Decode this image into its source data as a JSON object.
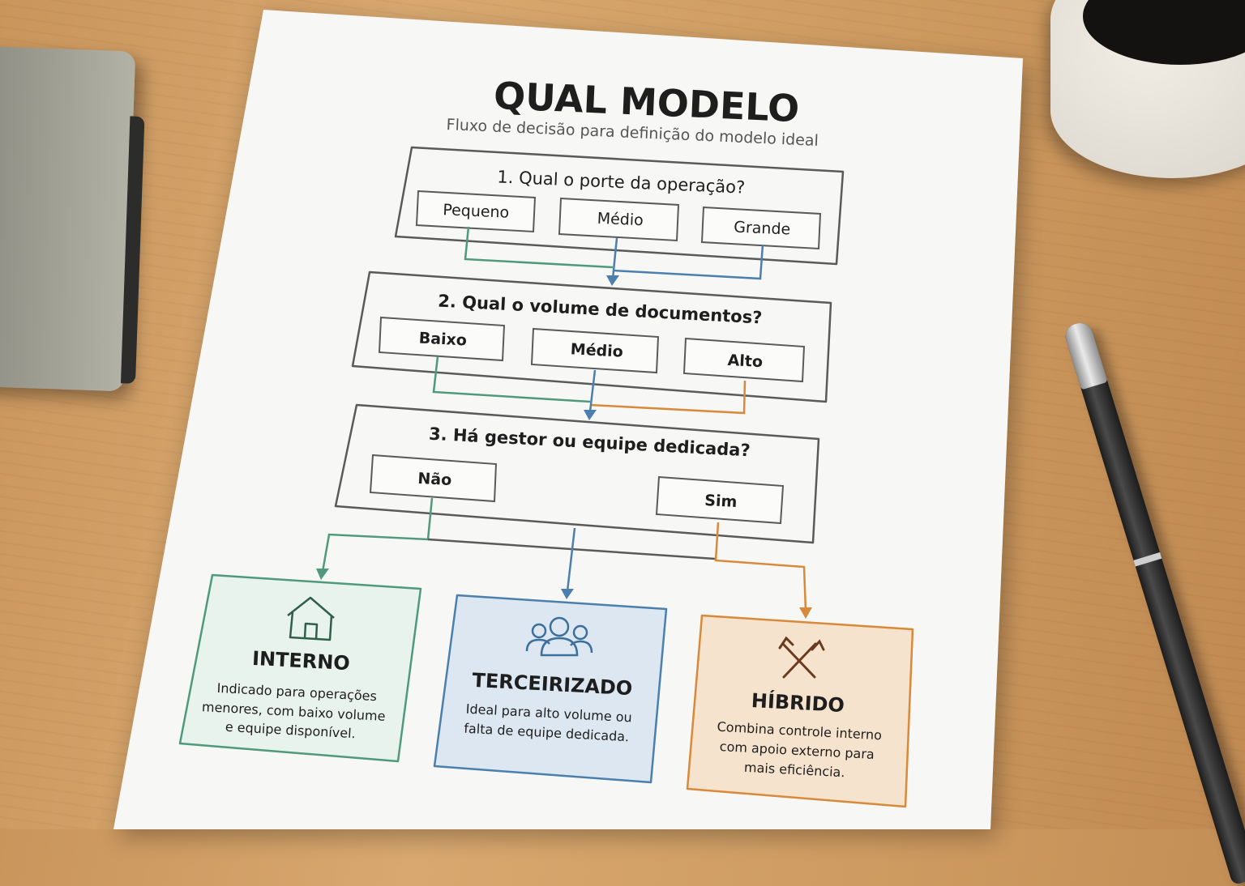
{
  "title": "QUAL MODELO",
  "subtitle": "Fluxo de decisão para definição do modelo ideal",
  "questions": [
    {
      "label": "1. Qual o porte da operação?",
      "options": [
        "Pequeno",
        "Médio",
        "Grande"
      ]
    },
    {
      "label": "2. Qual o volume de documentos?",
      "options": [
        "Baixo",
        "Médio",
        "Alto"
      ]
    },
    {
      "label": "3. Há gestor ou equipe dedicada?",
      "options": [
        "Não",
        "Sim"
      ]
    }
  ],
  "results": [
    {
      "title": "INTERNO",
      "icon": "house-icon",
      "color": "#4f9a7a",
      "fill": "#e9f3ee",
      "lines": [
        "Indicado para operações",
        "menores, com baixo volume",
        "e equipe disponível."
      ]
    },
    {
      "title": "TERCEIRIZADO",
      "icon": "people-icon",
      "color": "#4b7fae",
      "fill": "#dce7f1",
      "lines": [
        "Ideal para alto volume ou",
        "falta de equipe dedicada."
      ]
    },
    {
      "title": "HÍBRIDO",
      "icon": "crossed-hammers-icon",
      "color": "#d9893a",
      "fill": "#f6e3cd",
      "lines": [
        "Combina controle interno",
        "com apoio externo para",
        "mais eficiência."
      ]
    }
  ],
  "colors": {
    "green": "#4f9a7a",
    "blue": "#4b7fae",
    "orange": "#d9893a",
    "outline": "#5a5a5a"
  }
}
